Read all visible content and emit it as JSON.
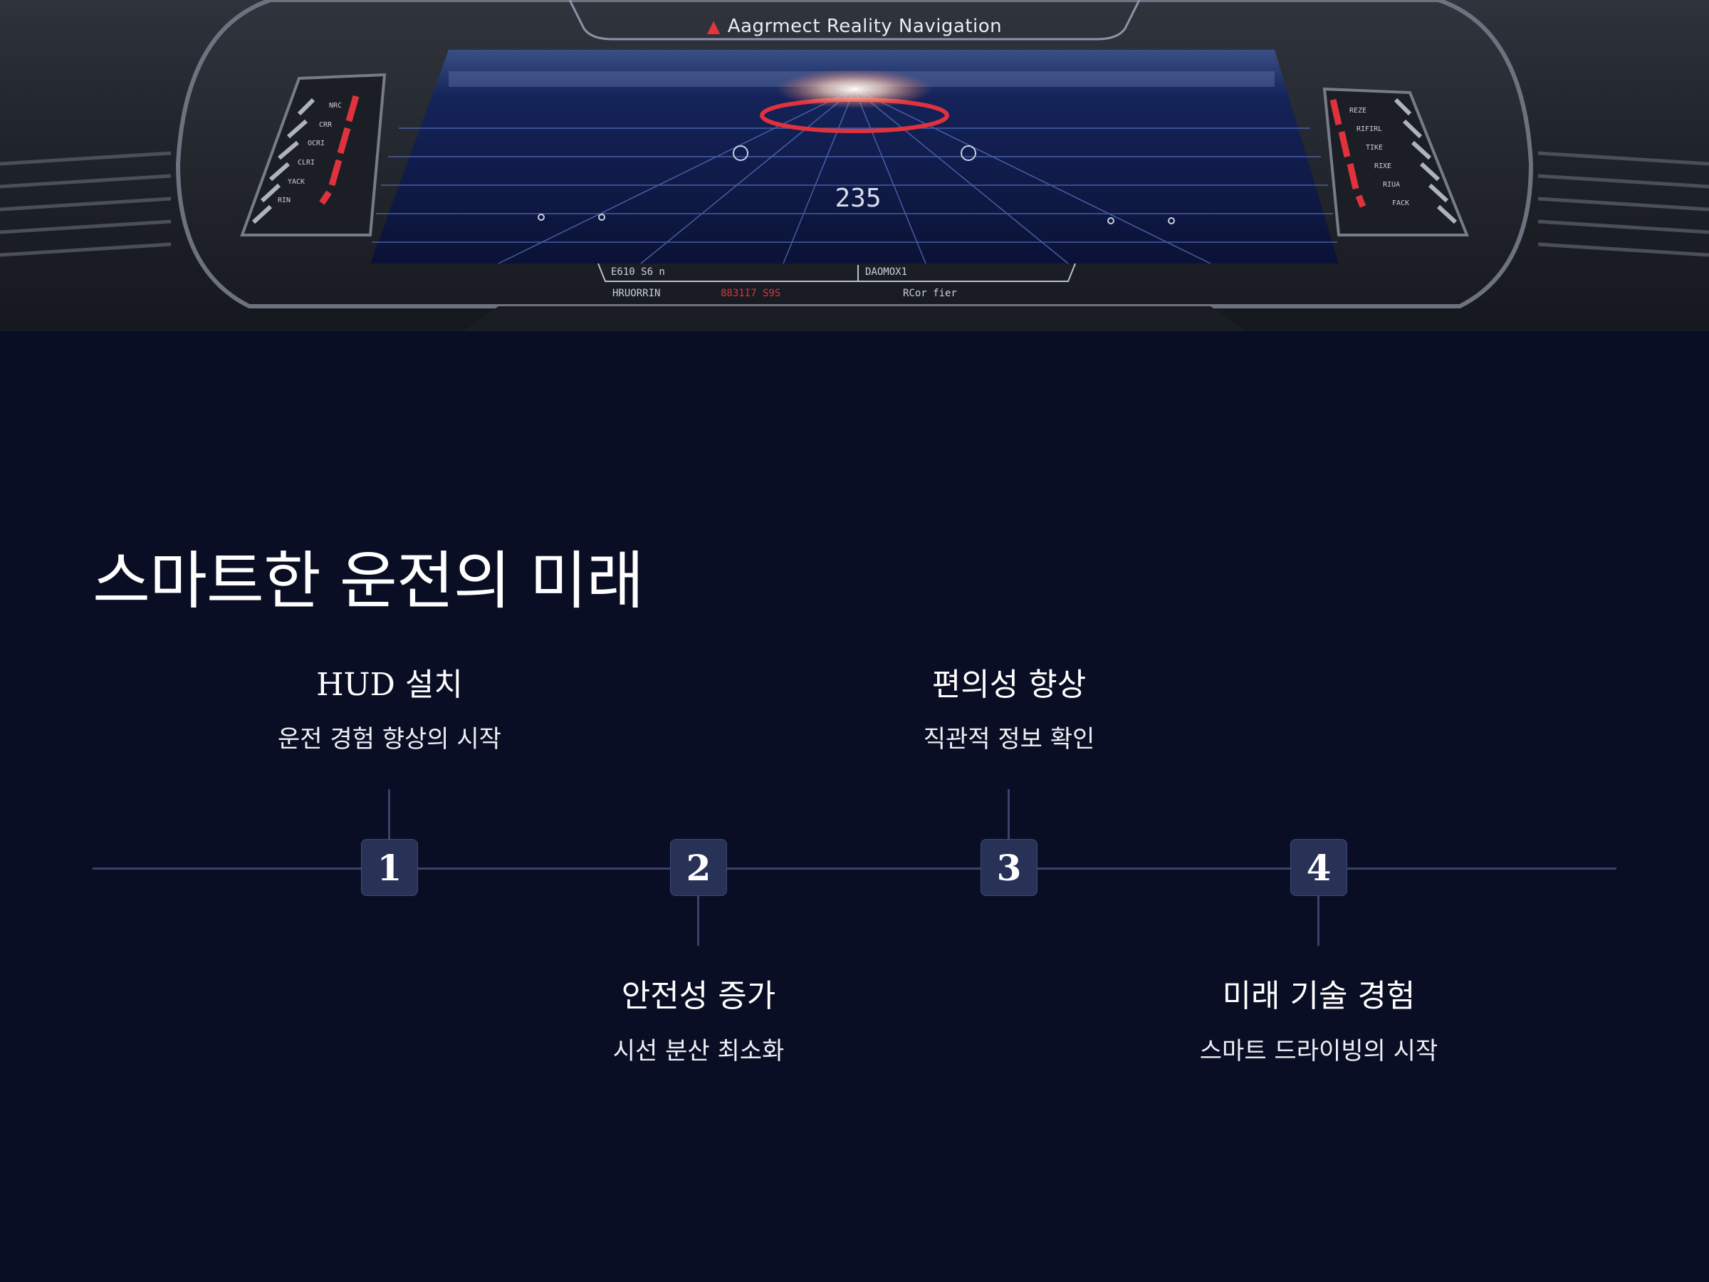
{
  "hero": {
    "hud_title": "Aagrmect Reality Navigation",
    "speed": "235",
    "status_left_top": "E610  S6  n",
    "status_left_bottom": "HRUORRIN",
    "status_red": "8831I7 S9S",
    "status_mid_top": "DAOMOX1",
    "status_mid_bottom": "RCor fier",
    "left_panel_labels": [
      "NRC",
      "CRR",
      "OCRI",
      "CLRI",
      "YACK",
      "RIN"
    ],
    "right_panel_labels": [
      "REZE",
      "RIFIRL",
      "TIKE",
      "RIXE",
      "RIUA",
      "FACK"
    ],
    "accent_color": "#e0323d",
    "icons": [
      "warning-triangle-icon",
      "road-marker-icon"
    ]
  },
  "main": {
    "title": "스마트한 운전의 미래",
    "steps": [
      {
        "number": "1",
        "title": "HUD 설치",
        "desc": "운전 경험 향상의 시작"
      },
      {
        "number": "2",
        "title": "안전성 증가",
        "desc": "시선 분산 최소화"
      },
      {
        "number": "3",
        "title": "편의성 향상",
        "desc": "직관적 정보 확인"
      },
      {
        "number": "4",
        "title": "미래 기술 경험",
        "desc": "스마트 드라이빙의 시작"
      }
    ]
  },
  "colors": {
    "background": "#0a0e24",
    "timeline": "#39426a",
    "marker": "#283257"
  }
}
